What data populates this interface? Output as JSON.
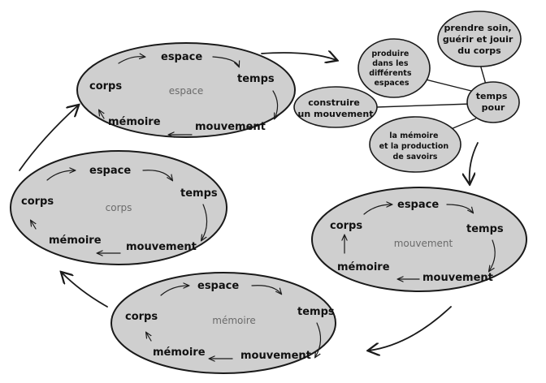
{
  "cycles": [
    {
      "center": "espace",
      "espace": "espace",
      "temps": "temps",
      "mouvement": "mouvement",
      "memoire": "mémoire",
      "corps": "corps"
    },
    {
      "center": "corps",
      "espace": "espace",
      "temps": "temps",
      "mouvement": "mouvement",
      "memoire": "mémoire",
      "corps": "corps"
    },
    {
      "center": "mouvement",
      "espace": "espace",
      "temps": "temps",
      "mouvement": "mouvement",
      "memoire": "mémoire",
      "corps": "corps"
    },
    {
      "center": "mémoire",
      "espace": "espace",
      "temps": "temps",
      "mouvement": "mouvement",
      "memoire": "mémoire",
      "corps": "corps"
    }
  ],
  "hub": {
    "label": [
      "temps",
      "pour"
    ],
    "bubbles": [
      {
        "lines": [
          "produire",
          "dans les",
          "différents",
          "espaces"
        ]
      },
      {
        "lines": [
          "prendre soin,",
          "guérir et jouir",
          "du corps"
        ]
      },
      {
        "lines": [
          "construire",
          "un mouvement"
        ]
      },
      {
        "lines": [
          "la mémoire",
          "et la production",
          "de savoirs"
        ]
      }
    ]
  }
}
